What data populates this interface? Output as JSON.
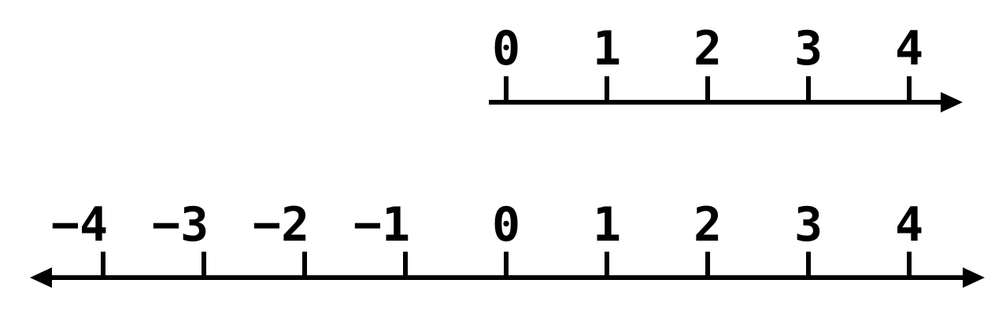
{
  "colors": {
    "line": "#000000",
    "background": "#ffffff"
  },
  "number_lines": [
    {
      "id": "whole-numbers",
      "left_arrow": false,
      "right_arrow": true,
      "ticks": [
        {
          "value": 0,
          "label": "0"
        },
        {
          "value": 1,
          "label": "1"
        },
        {
          "value": 2,
          "label": "2"
        },
        {
          "value": 3,
          "label": "3"
        },
        {
          "value": 4,
          "label": "4"
        }
      ]
    },
    {
      "id": "integers",
      "left_arrow": true,
      "right_arrow": true,
      "ticks": [
        {
          "value": -4,
          "label": "−4"
        },
        {
          "value": -3,
          "label": "−3"
        },
        {
          "value": -2,
          "label": "−2"
        },
        {
          "value": -1,
          "label": "−1"
        },
        {
          "value": 0,
          "label": "0"
        },
        {
          "value": 1,
          "label": "1"
        },
        {
          "value": 2,
          "label": "2"
        },
        {
          "value": 3,
          "label": "3"
        },
        {
          "value": 4,
          "label": "4"
        }
      ]
    }
  ]
}
